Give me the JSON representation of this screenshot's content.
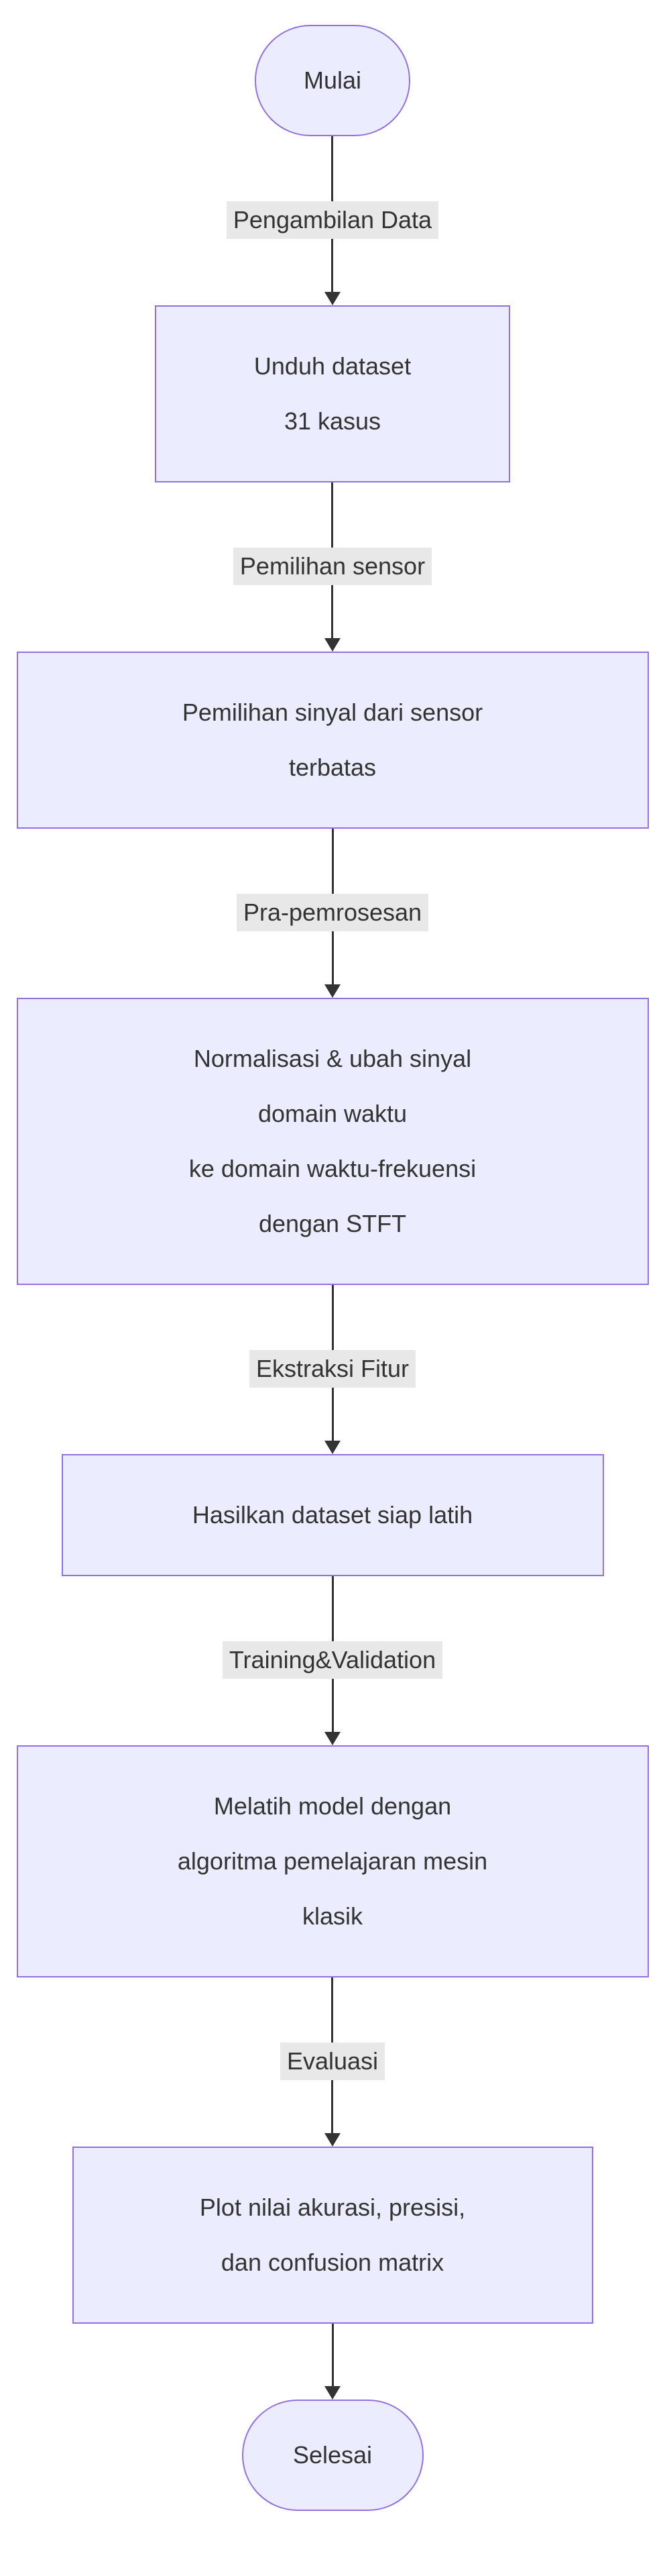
{
  "diagram": {
    "type": "flowchart",
    "direction": "top-down",
    "colors": {
      "node_fill": "#ECECFF",
      "node_border": "#9370DB",
      "edge_line": "#333333",
      "edge_label_bg": "#e8e8e8",
      "text": "#333333"
    },
    "nodes": [
      {
        "id": "mulai",
        "shape": "stadium",
        "lines": [
          "Mulai"
        ]
      },
      {
        "id": "unduh-dataset",
        "shape": "rect",
        "lines": [
          "Unduh dataset",
          "31 kasus"
        ]
      },
      {
        "id": "pemilihan-sinyal",
        "shape": "rect",
        "lines": [
          "Pemilihan sinyal dari sensor",
          "terbatas"
        ]
      },
      {
        "id": "normalisasi-stft",
        "shape": "rect",
        "lines": [
          "Normalisasi & ubah sinyal",
          "domain waktu",
          "ke domain waktu-frekuensi",
          "dengan STFT"
        ]
      },
      {
        "id": "hasilkan-dataset",
        "shape": "rect",
        "lines": [
          "Hasilkan dataset siap latih"
        ]
      },
      {
        "id": "melatih-model",
        "shape": "rect",
        "lines": [
          "Melatih model dengan",
          "algoritma pemelajaran mesin",
          "klasik"
        ]
      },
      {
        "id": "plot-nilai",
        "shape": "rect",
        "lines": [
          "Plot nilai akurasi, presisi,",
          "dan confusion matrix"
        ]
      },
      {
        "id": "selesai",
        "shape": "stadium",
        "lines": [
          "Selesai"
        ]
      }
    ],
    "edges": [
      {
        "from": "mulai",
        "to": "unduh-dataset",
        "label": "Pengambilan Data"
      },
      {
        "from": "unduh-dataset",
        "to": "pemilihan-sinyal",
        "label": "Pemilihan sensor"
      },
      {
        "from": "pemilihan-sinyal",
        "to": "normalisasi-stft",
        "label": "Pra-pemrosesan"
      },
      {
        "from": "normalisasi-stft",
        "to": "hasilkan-dataset",
        "label": "Ekstraksi Fitur"
      },
      {
        "from": "hasilkan-dataset",
        "to": "melatih-model",
        "label": "Training&Validation"
      },
      {
        "from": "melatih-model",
        "to": "plot-nilai",
        "label": "Evaluasi"
      },
      {
        "from": "plot-nilai",
        "to": "selesai",
        "label": ""
      }
    ]
  }
}
